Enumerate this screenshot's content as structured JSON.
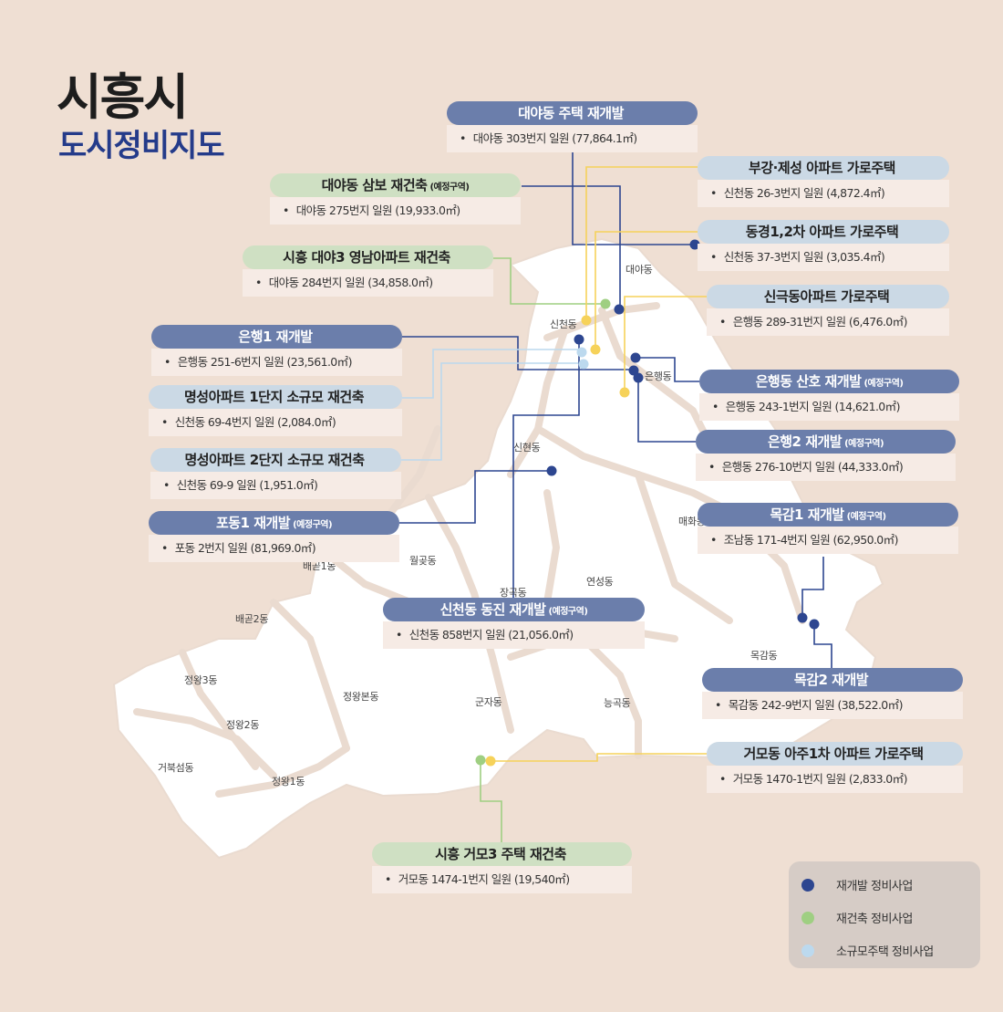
{
  "title": "시흥시",
  "subtitle": "도시정비지도",
  "colors": {
    "background": "#efdfd3",
    "map_fill": "#ffffff",
    "redevelop": "#2d4690",
    "reconstruct": "#9fcf82",
    "smallscale": "#bcd9ee",
    "street_line": "#f6d25a"
  },
  "districts": [
    "대야동",
    "신천동",
    "은행동",
    "신현동",
    "매화동",
    "월곶동",
    "배곧1동",
    "배곧2동",
    "장곡동",
    "연성동",
    "목감동",
    "정왕3동",
    "정왕본동",
    "정왕2동",
    "거북섬동",
    "정왕1동",
    "군자동",
    "능곡동"
  ],
  "projects": [
    {
      "title": "대야동 주택 재개발",
      "tag": "",
      "desc": "대야동 303번지 일원 (77,864.1㎡)"
    },
    {
      "title": "대야동 삼보 재건축",
      "tag": "(예정구역)",
      "desc": "대야동 275번지 일원 (19,933.0㎡)"
    },
    {
      "title": "시흥 대야3 영남아파트 재건축",
      "tag": "",
      "desc": "대야동 284번지 일원 (34,858.0㎡)"
    },
    {
      "title": "은행1 재개발",
      "tag": "",
      "desc": "은행동 251-6번지 일원 (23,561.0㎡)"
    },
    {
      "title": "명성아파트 1단지 소규모 재건축",
      "tag": "",
      "desc": "신천동 69-4번지 일원 (2,084.0㎡)"
    },
    {
      "title": "명성아파트 2단지 소규모 재건축",
      "tag": "",
      "desc": "신천동 69-9 일원 (1,951.0㎡)"
    },
    {
      "title": "포동1 재개발",
      "tag": "(예정구역)",
      "desc": "포동 2번지 일원 (81,969.0㎡)"
    },
    {
      "title": "신천동 동진 재개발",
      "tag": "(예정구역)",
      "desc": "신천동 858번지 일원 (21,056.0㎡)"
    },
    {
      "title": "부강·제성 아파트 가로주택",
      "tag": "",
      "desc": "신천동 26-3번지 일원 (4,872.4㎡)"
    },
    {
      "title": "동경1,2차 아파트 가로주택",
      "tag": "",
      "desc": "신천동 37-3번지 일원 (3,035.4㎡)"
    },
    {
      "title": "신극동아파트 가로주택",
      "tag": "",
      "desc": "은행동 289-31번지 일원 (6,476.0㎡)"
    },
    {
      "title": "은행동 산호 재개발",
      "tag": "(예정구역)",
      "desc": "은행동 243-1번지 일원 (14,621.0㎡)"
    },
    {
      "title": "은행2 재개발",
      "tag": "(예정구역)",
      "desc": "은행동 276-10번지 일원 (44,333.0㎡)"
    },
    {
      "title": "목감1 재개발",
      "tag": "(예정구역)",
      "desc": "조남동 171-4번지 일원 (62,950.0㎡)"
    },
    {
      "title": "목감2 재개발",
      "tag": "",
      "desc": "목감동 242-9번지 일원 (38,522.0㎡)"
    },
    {
      "title": "거모동 아주1차 아파트 가로주택",
      "tag": "",
      "desc": "거모동 1470-1번지 일원 (2,833.0㎡)"
    },
    {
      "title": "시흥 거모3 주택 재건축",
      "tag": "",
      "desc": "거모동 1474-1번지 일원 (19,540㎡)"
    }
  ],
  "legend": [
    {
      "label": "재개발 정비사업",
      "color": "#2d4690"
    },
    {
      "label": "재건축 정비사업",
      "color": "#9fcf82"
    },
    {
      "label": "소규모주택 정비사업",
      "color": "#bcd9ee"
    }
  ]
}
